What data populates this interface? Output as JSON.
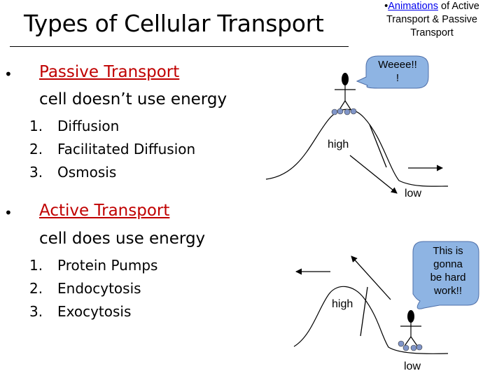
{
  "slide": {
    "title": "Types of Cellular Transport",
    "link": {
      "bullet": "•",
      "link_text": "Animations",
      "rest_line1": " of Active",
      "line2": "Transport & Passive",
      "line3": "Transport"
    },
    "passive": {
      "bullet": "•",
      "heading": "Passive Transport",
      "subheading": "cell doesn’t use energy",
      "items": [
        {
          "num": "1.",
          "label": "Diffusion"
        },
        {
          "num": "2.",
          "label": "Facilitated Diffusion"
        },
        {
          "num": "3.",
          "label": "Osmosis"
        }
      ]
    },
    "active": {
      "bullet": "•",
      "heading": "Active Transport",
      "subheading": "cell does use energy",
      "items": [
        {
          "num": "1.",
          "label": "Protein Pumps"
        },
        {
          "num": "2.",
          "label": "Endocytosis"
        },
        {
          "num": "3.",
          "label": "Exocytosis"
        }
      ]
    },
    "diagram_top": {
      "speech_line1": "Weeee!!",
      "speech_line2": "!",
      "high_label": "high",
      "low_label": "low"
    },
    "diagram_bottom": {
      "speech_line1": "This is",
      "speech_line2": "gonna",
      "speech_line3": "be hard",
      "speech_line4": "work!!",
      "high_label": "high",
      "low_label": "low"
    },
    "colors": {
      "heading_red": "#c00000",
      "link_blue": "#0000ee",
      "bubble_fill": "#8eb4e3",
      "ball_fill": "#8095c8"
    }
  }
}
